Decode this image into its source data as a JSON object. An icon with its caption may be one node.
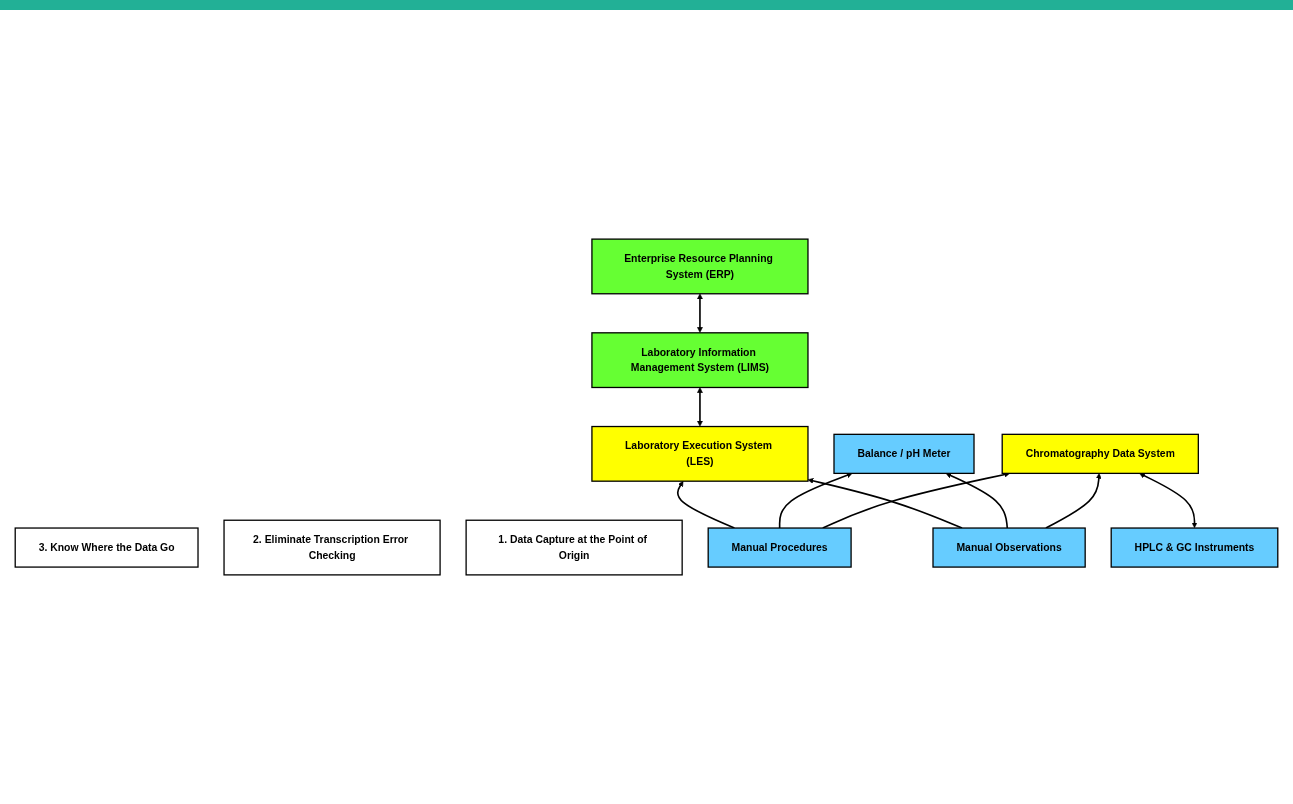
{
  "diagram": {
    "nodes": [
      {
        "text": [
          "Enterprise Resource Planning System (ERP)"
        ]
      },
      {
        "text": [
          "3. Know Where the Data Go"
        ]
      },
      {
        "text": [
          "Laboratory Information Management System (LIMS)"
        ]
      },
      {
        "text": [
          "Laboratory Execution System (LES)"
        ]
      },
      {
        "text": [
          "2. Eliminate Transcription Error Checking"
        ]
      },
      {
        "text": [
          "Chromatography Data System"
        ]
      },
      {
        "text": [
          "1. Data Capture at the Point of Origin"
        ]
      },
      {
        "text": [
          "Manual Procedures"
        ]
      },
      {
        "text": [
          "Balance / pH Meter"
        ]
      },
      {
        "text": [
          "HPLC & GC Instruments"
        ]
      },
      {
        "text": [
          "Manual Observations"
        ]
      }
    ],
    "edges": [
      {
        "from": 0,
        "to": 2,
        "arrow": "both"
      },
      {
        "from": 2,
        "to": 3,
        "arrow": "both"
      },
      {
        "from": 7,
        "to": 3,
        "arrow": "to"
      },
      {
        "from": 7,
        "to": 8,
        "arrow": "to"
      },
      {
        "from": 7,
        "to": 5,
        "arrow": "to"
      },
      {
        "from": 10,
        "to": 3,
        "arrow": "to"
      },
      {
        "from": 10,
        "to": 8,
        "arrow": "to"
      },
      {
        "from": 10,
        "to": 5,
        "arrow": "to"
      },
      {
        "from": 5,
        "to": 9,
        "arrow": "both"
      }
    ]
  }
}
